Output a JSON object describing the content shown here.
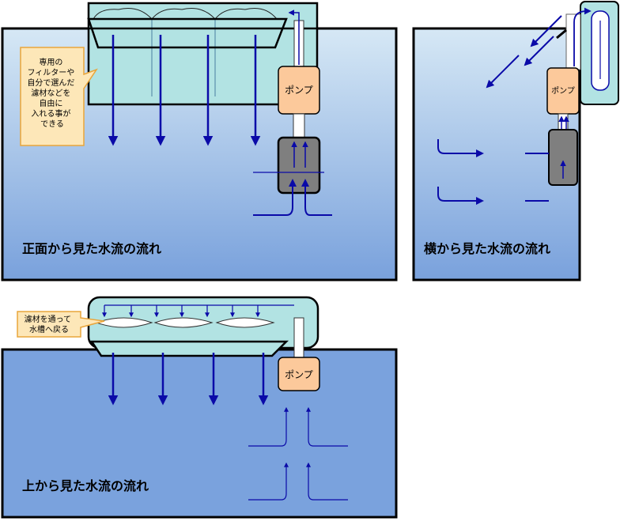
{
  "front_view": {
    "title": "正面から見た水流の流れ",
    "pump_label": "ポンプ",
    "callout_lines": [
      "専用の",
      "フィルターや",
      "自分で選んだ",
      "濾材などを",
      "自由に",
      "入れる事が",
      "できる"
    ]
  },
  "side_view": {
    "title": "横から見た水流の流れ",
    "pump_label": "ポンプ"
  },
  "top_view": {
    "title": "上から見た水流の流れ",
    "pump_label": "ポンプ",
    "callout_lines": [
      "濾材を通って",
      "水槽へ戻る"
    ]
  },
  "colors": {
    "water_top": "#cfe3f3",
    "water_bottom": "#7aa2dd",
    "top_view_water": "#7aa2dd",
    "filter_box": "#b2e3e3",
    "pump_fill": "#fcc99b",
    "motor_fill": "#7f7f7f",
    "arrow": "#0a0aa8",
    "callout_fill": "#fde7b8",
    "callout_border": "#e9a53a"
  }
}
